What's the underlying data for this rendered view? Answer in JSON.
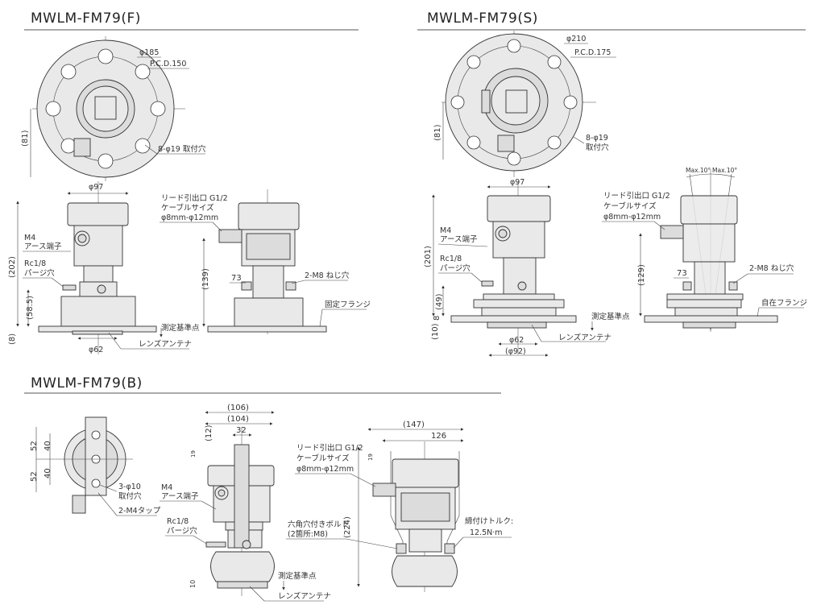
{
  "sections": {
    "f": {
      "title": "MWLM-FM79(F)",
      "top": {
        "flange_dia": "φ185",
        "pcd": "P.C.D.150",
        "height": "(81)",
        "holes": "8-φ19 取付穴"
      },
      "front": {
        "width": "φ97",
        "total_height": "(202)",
        "earth_1": "M4",
        "earth_2": "アース端子",
        "purge_1": "Rc1/8",
        "purge_2": "パージ穴",
        "purge_height": "(58.5)",
        "flange_thk": "(8)",
        "antenna_dia": "φ62",
        "ref_point": "測定基準点",
        "antenna": "レンズアンテナ"
      },
      "side": {
        "lead_1": "リード引出口 G1/2",
        "lead_2": "ケーブルサイズ",
        "lead_3": "φ8mm-φ12mm",
        "height": "(139)",
        "bolt_span": "73",
        "screw_holes": "2-M8 ねじ穴",
        "flange": "固定フランジ"
      }
    },
    "s": {
      "title": "MWLM-FM79(S)",
      "top": {
        "flange_dia": "φ210",
        "pcd": "P.C.D.175",
        "height": "(81)",
        "holes_1": "8-φ19",
        "holes_2": "取付穴"
      },
      "front": {
        "width": "φ97",
        "total_height": "(201)",
        "earth_1": "M4",
        "earth_2": "アース端子",
        "purge_1": "Rc1/8",
        "purge_2": "パージ穴",
        "purge_height": "(49)",
        "flange_thk": "8",
        "antenna_len": "(10)",
        "antenna_dia": "φ62",
        "outer_dia": "(φ92)",
        "ref_point": "測定基準点",
        "antenna": "レンズアンテナ"
      },
      "side": {
        "angle_left": "Max.10°",
        "angle_right": "Max.10°",
        "lead_1": "リード引出口 G1/2",
        "lead_2": "ケーブルサイズ",
        "lead_3": "φ8mm-φ12mm",
        "height": "(129)",
        "bolt_span": "73",
        "screw_holes": "2-M8 ねじ穴",
        "flange": "自在フランジ"
      }
    },
    "b": {
      "title": "MWLM-FM79(B)",
      "top": {
        "dim_52a": "52",
        "dim_40a": "40",
        "dim_52b": "52",
        "dim_40b": "40",
        "holes_1": "3-φ10",
        "holes_2": "取付穴",
        "tap": "2-M4タップ"
      },
      "side": {
        "width_outer": "(106)",
        "width_inner": "(104)",
        "bracket": "32",
        "top_offset": "(12)",
        "small": "19",
        "earth_1": "M4",
        "earth_2": "アース端子",
        "purge_1": "Rc1/8",
        "purge_2": "パージ穴",
        "antenna_len": "10",
        "ref_point": "測定基準点",
        "antenna": "レンズアンテナ"
      },
      "front": {
        "width_outer": "(147)",
        "width_inner": "126",
        "small": "19",
        "height": "(224)",
        "lead_1": "リード引出口 G1/2",
        "lead_2": "ケーブルサイズ",
        "lead_3": "φ8mm-φ12mm",
        "bolt_1": "六角穴付きボルト",
        "bolt_2": "(2箇所:M8)",
        "torque_1": "締付けトルク:",
        "torque_2": "12.5N·m"
      }
    }
  }
}
